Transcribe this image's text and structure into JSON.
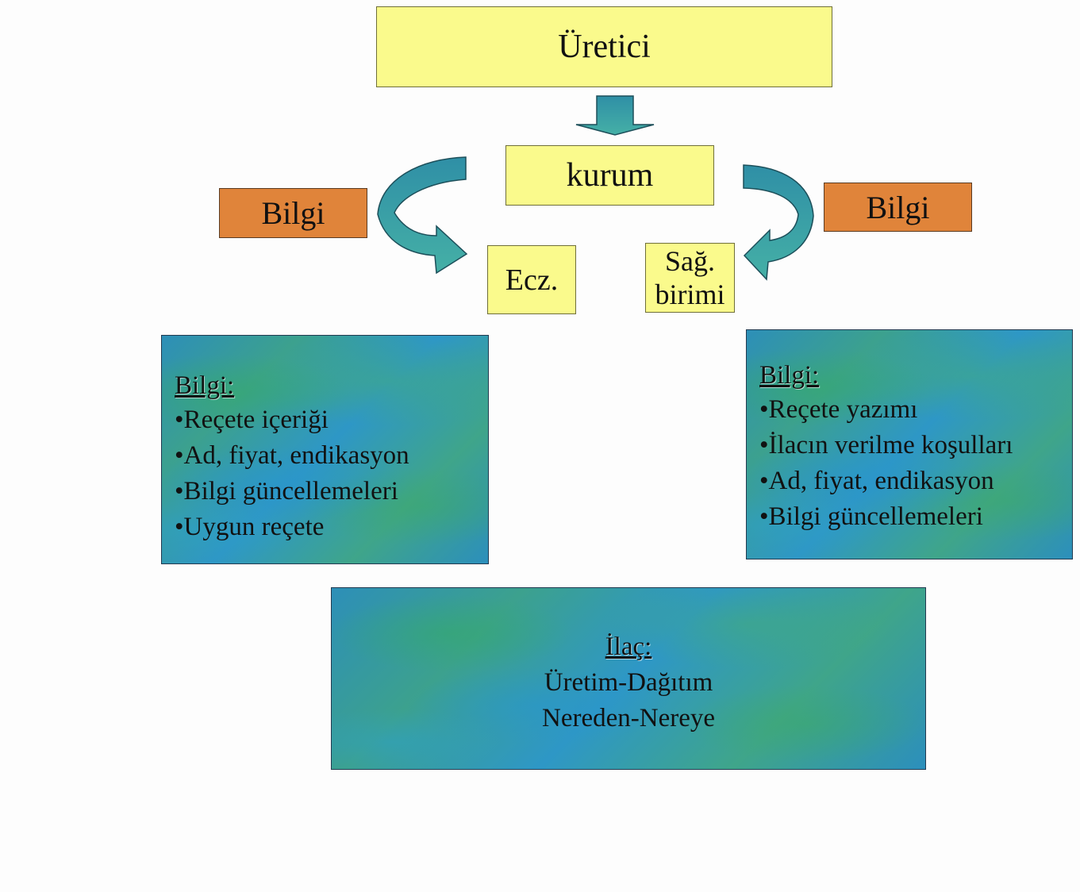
{
  "nodes": {
    "uretici": "Üretici",
    "kurum": "kurum",
    "bilgi_left": "Bilgi",
    "bilgi_right": "Bilgi",
    "ecz": "Ecz.",
    "sag_birimi_line1": "Sağ.",
    "sag_birimi_line2": "birimi"
  },
  "left_panel": {
    "title": "Bilgi:",
    "items": [
      "•Reçete içeriği",
      "•Ad, fiyat, endikasyon",
      "•Bilgi güncellemeleri",
      "•Uygun reçete"
    ]
  },
  "right_panel": {
    "title": "Bilgi:",
    "items": [
      "•Reçete yazımı",
      "•İlacın verilme koşulları",
      "•Ad, fiyat, endikasyon",
      "•Bilgi güncellemeleri"
    ]
  },
  "bottom_panel": {
    "title": "İlaç:",
    "line1": "Üretim-Dağıtım",
    "line2": "Nereden-Nereye"
  },
  "colors": {
    "yellow_box": "#fafa8c",
    "orange_box": "#e0843a",
    "arrow_teal": "#3a9fa8"
  }
}
